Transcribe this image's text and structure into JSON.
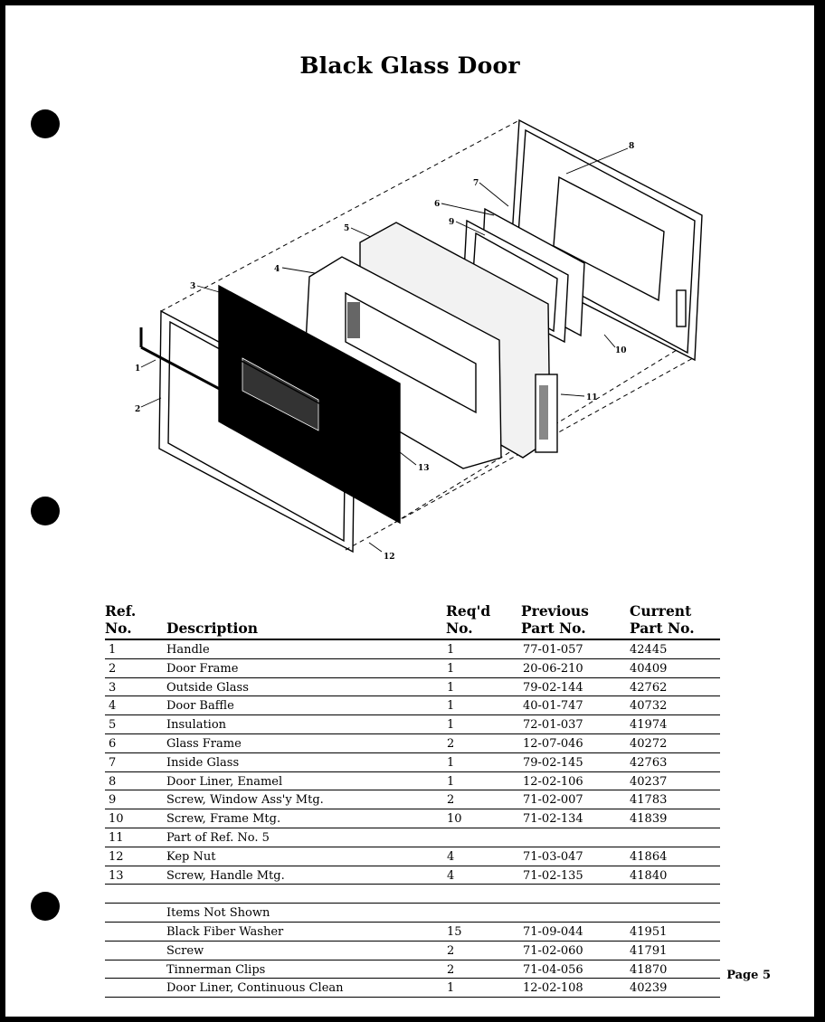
{
  "title": "Black Glass Door",
  "header": {
    "ref_line1": "Ref.",
    "ref_line2": "No.",
    "description": "Description",
    "req_line1": "Req'd",
    "req_line2": "No.",
    "prev_line1": "Previous",
    "prev_line2": "Part No.",
    "cur_line1": "Current",
    "cur_line2": "Part No."
  },
  "parts": [
    {
      "ref": "1",
      "desc": "Handle",
      "qty": "1",
      "prev": "77-01-057",
      "cur": "42445"
    },
    {
      "ref": "2",
      "desc": "Door Frame",
      "qty": "1",
      "prev": "20-06-210",
      "cur": "40409"
    },
    {
      "ref": "3",
      "desc": "Outside Glass",
      "qty": "1",
      "prev": "79-02-144",
      "cur": "42762"
    },
    {
      "ref": "4",
      "desc": "Door Baffle",
      "qty": "1",
      "prev": "40-01-747",
      "cur": "40732"
    },
    {
      "ref": "5",
      "desc": "Insulation",
      "qty": "1",
      "prev": "72-01-037",
      "cur": "41974"
    },
    {
      "ref": "6",
      "desc": "Glass Frame",
      "qty": "2",
      "prev": "12-07-046",
      "cur": "40272"
    },
    {
      "ref": "7",
      "desc": "Inside Glass",
      "qty": "1",
      "prev": "79-02-145",
      "cur": "42763"
    },
    {
      "ref": "8",
      "desc": "Door Liner, Enamel",
      "qty": "1",
      "prev": "12-02-106",
      "cur": "40237"
    },
    {
      "ref": "9",
      "desc": "Screw, Window Ass'y Mtg.",
      "qty": "2",
      "prev": "71-02-007",
      "cur": "41783"
    },
    {
      "ref": "10",
      "desc": "Screw, Frame Mtg.",
      "qty": "10",
      "prev": "71-02-134",
      "cur": "41839"
    },
    {
      "ref": "11",
      "desc": "Part of Ref. No. 5",
      "qty": "",
      "prev": "",
      "cur": ""
    },
    {
      "ref": "12",
      "desc": "Kep Nut",
      "qty": "4",
      "prev": "71-03-047",
      "cur": "41864"
    },
    {
      "ref": "13",
      "desc": "Screw, Handle Mtg.",
      "qty": "4",
      "prev": "71-02-135",
      "cur": "41840"
    }
  ],
  "not_shown_heading": "Items Not Shown",
  "not_shown": [
    {
      "desc": "Black Fiber Washer",
      "qty": "15",
      "prev": "71-09-044",
      "cur": "41951"
    },
    {
      "desc": "Screw",
      "qty": "2",
      "prev": "71-02-060",
      "cur": "41791"
    },
    {
      "desc": "Tinnerman Clips",
      "qty": "2",
      "prev": "71-04-056",
      "cur": "41870"
    },
    {
      "desc": "Door Liner, Continuous Clean",
      "qty": "1",
      "prev": "12-02-108",
      "cur": "40239"
    }
  ],
  "callouts": [
    "1",
    "2",
    "3",
    "4",
    "5",
    "6",
    "7",
    "8",
    "9",
    "10",
    "11",
    "12",
    "13"
  ],
  "page_label": "Page 5"
}
